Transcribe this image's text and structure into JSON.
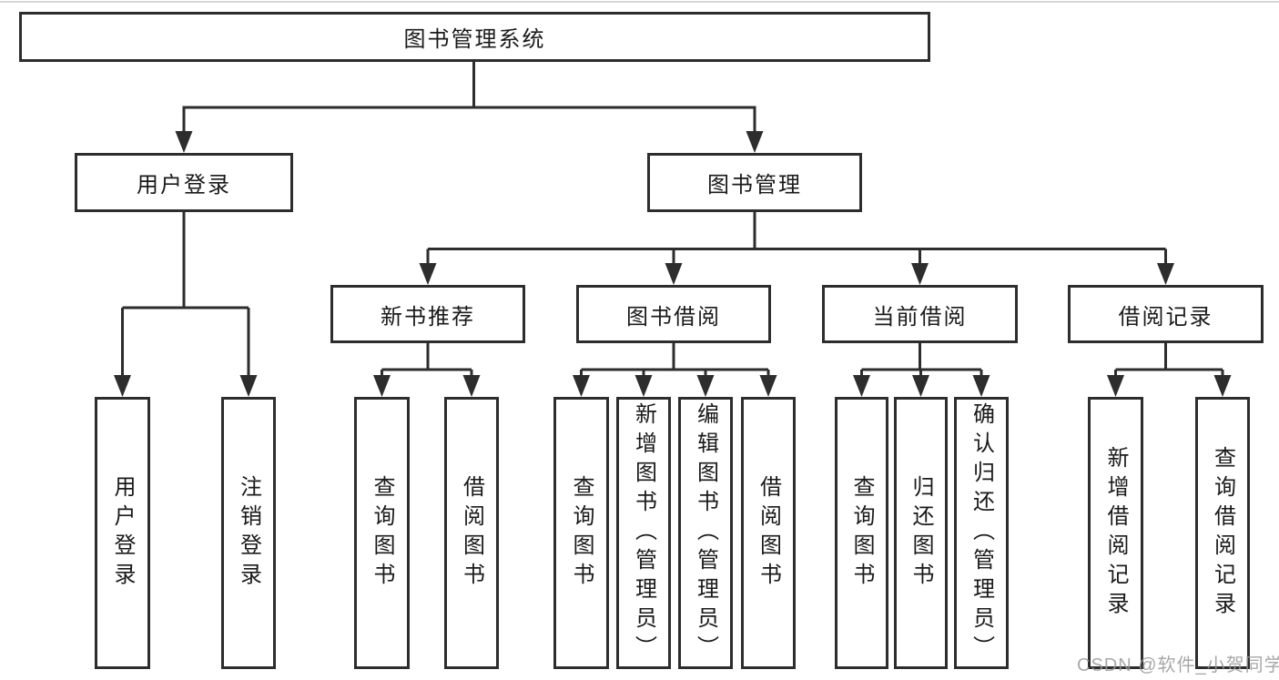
{
  "root": {
    "label": "图书管理系统"
  },
  "branches": [
    {
      "label": "用户登录",
      "children": [
        {
          "label": "用户登录"
        },
        {
          "label": "注销登录"
        }
      ]
    },
    {
      "label": "图书管理",
      "children": [
        {
          "label": "新书推荐",
          "children": [
            {
              "label": "查询图书"
            },
            {
              "label": "借阅图书"
            }
          ]
        },
        {
          "label": "图书借阅",
          "children": [
            {
              "label": "查询图书"
            },
            {
              "label": "新增图书（管理员）"
            },
            {
              "label": "编辑图书（管理员）"
            },
            {
              "label": "借阅图书"
            }
          ]
        },
        {
          "label": "当前借阅",
          "children": [
            {
              "label": "查询图书"
            },
            {
              "label": "归还图书"
            },
            {
              "label": "确认归还（管理员）"
            }
          ]
        },
        {
          "label": "借阅记录",
          "children": [
            {
              "label": "新增借阅记录"
            },
            {
              "label": "查询借阅记录"
            }
          ]
        }
      ]
    }
  ],
  "watermark": {
    "text": "CSDN @软件_小贺同学",
    "color": "#999999"
  },
  "colors": {
    "line": "#2d2d2d",
    "text": "#1a1a1a",
    "background": "#ffffff"
  }
}
